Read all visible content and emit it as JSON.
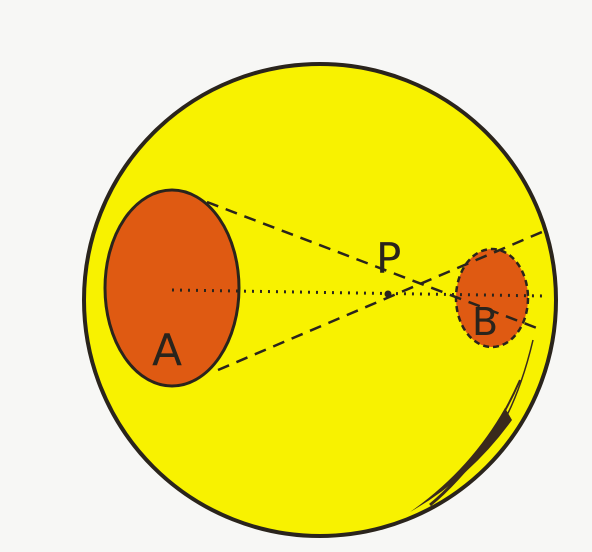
{
  "diagram": {
    "labels": {
      "point": "P",
      "left_disc": "A",
      "right_disc": "B"
    },
    "colors": {
      "page_background": "#f7f7f5",
      "sphere_fill": "#f8f200",
      "disc_fill": "#df5a12",
      "ink": "#2a241c",
      "shadow": "#3a2a1c"
    }
  }
}
